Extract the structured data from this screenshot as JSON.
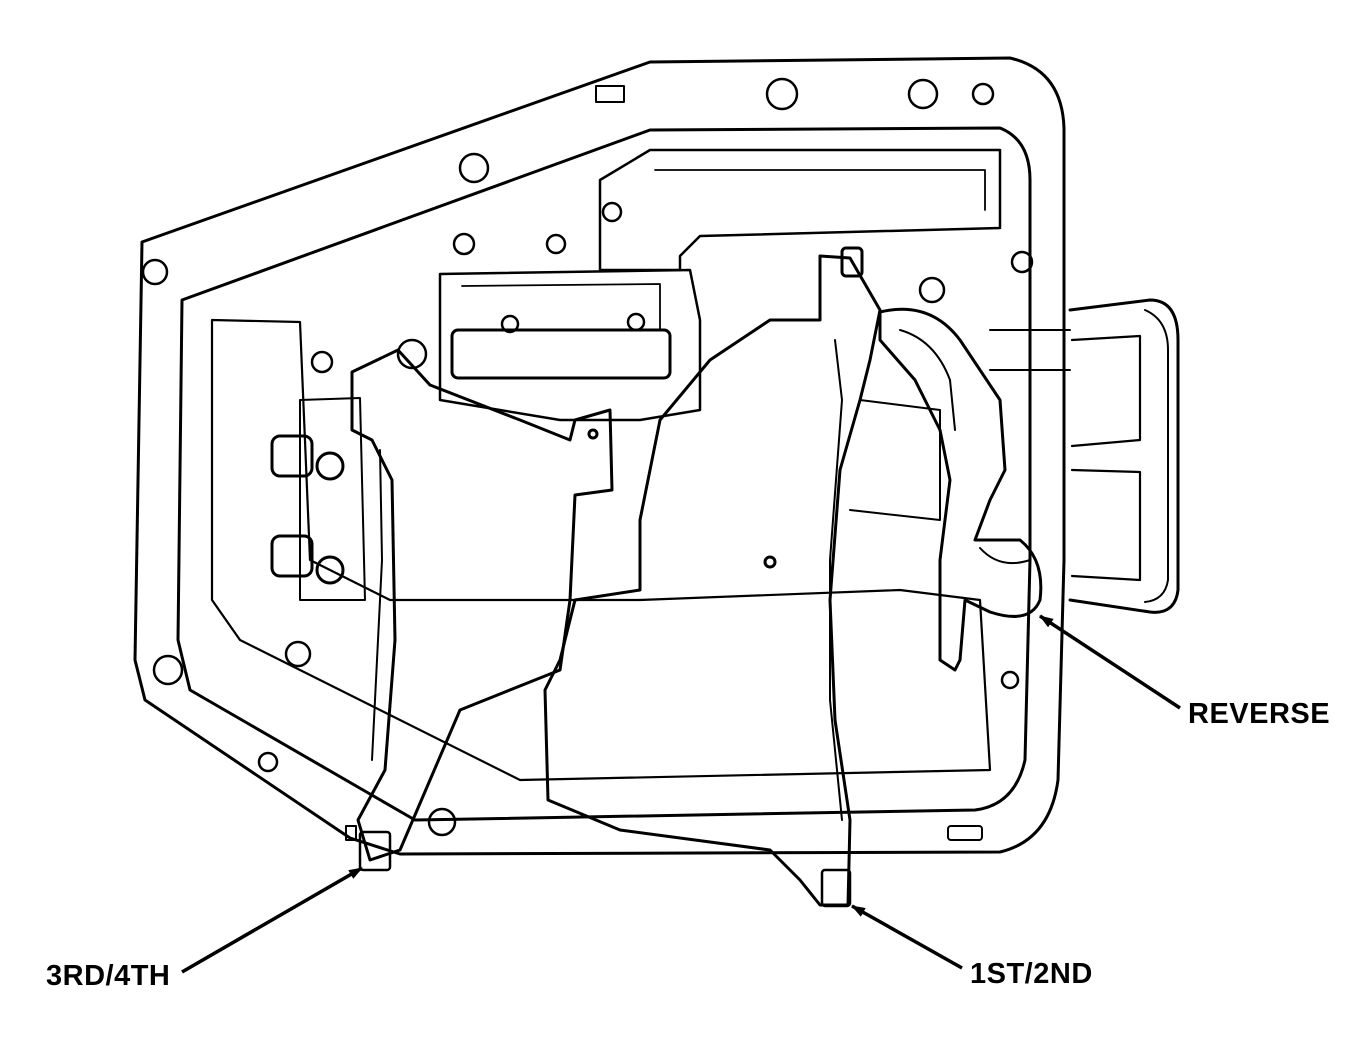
{
  "diagram": {
    "callouts": {
      "reverse": "REVERSE",
      "first_second": "1ST/2ND",
      "third_fourth": "3RD/4TH"
    }
  },
  "colors": {
    "line": "#000000",
    "paper": "#ffffff"
  }
}
